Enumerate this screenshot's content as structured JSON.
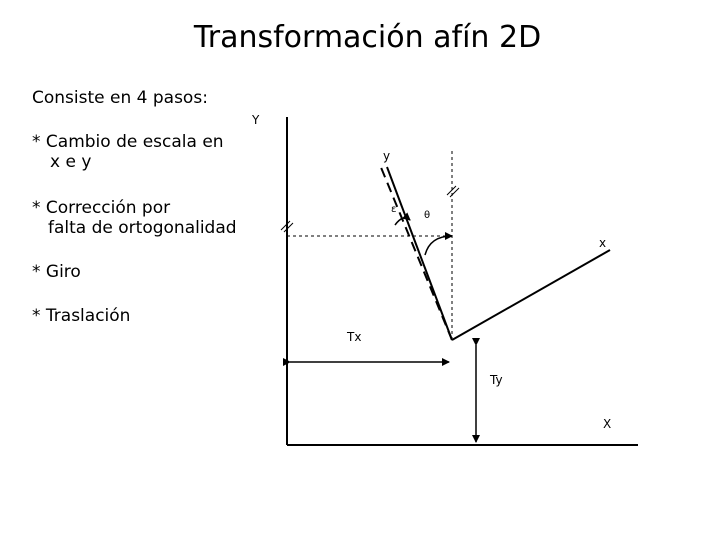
{
  "title": "Transformación afín 2D",
  "intro": "Consiste en 4 pasos:",
  "steps": [
    {
      "line1": "* Cambio de escala en",
      "line2": "x e y"
    },
    {
      "line1": "* Corrección por",
      "line2": "falta de ortogonalidad"
    },
    {
      "line1": "* Giro",
      "line2": ""
    },
    {
      "line1": "* Traslación",
      "line2": ""
    }
  ],
  "diagram": {
    "label_Y_outer": "Y",
    "label_y_inner": "y",
    "label_epsilon": "ε",
    "label_theta": "θ",
    "label_x_inner": "x",
    "label_X_outer": "X",
    "label_Tx": "Tx",
    "label_Ty": "Ty"
  }
}
